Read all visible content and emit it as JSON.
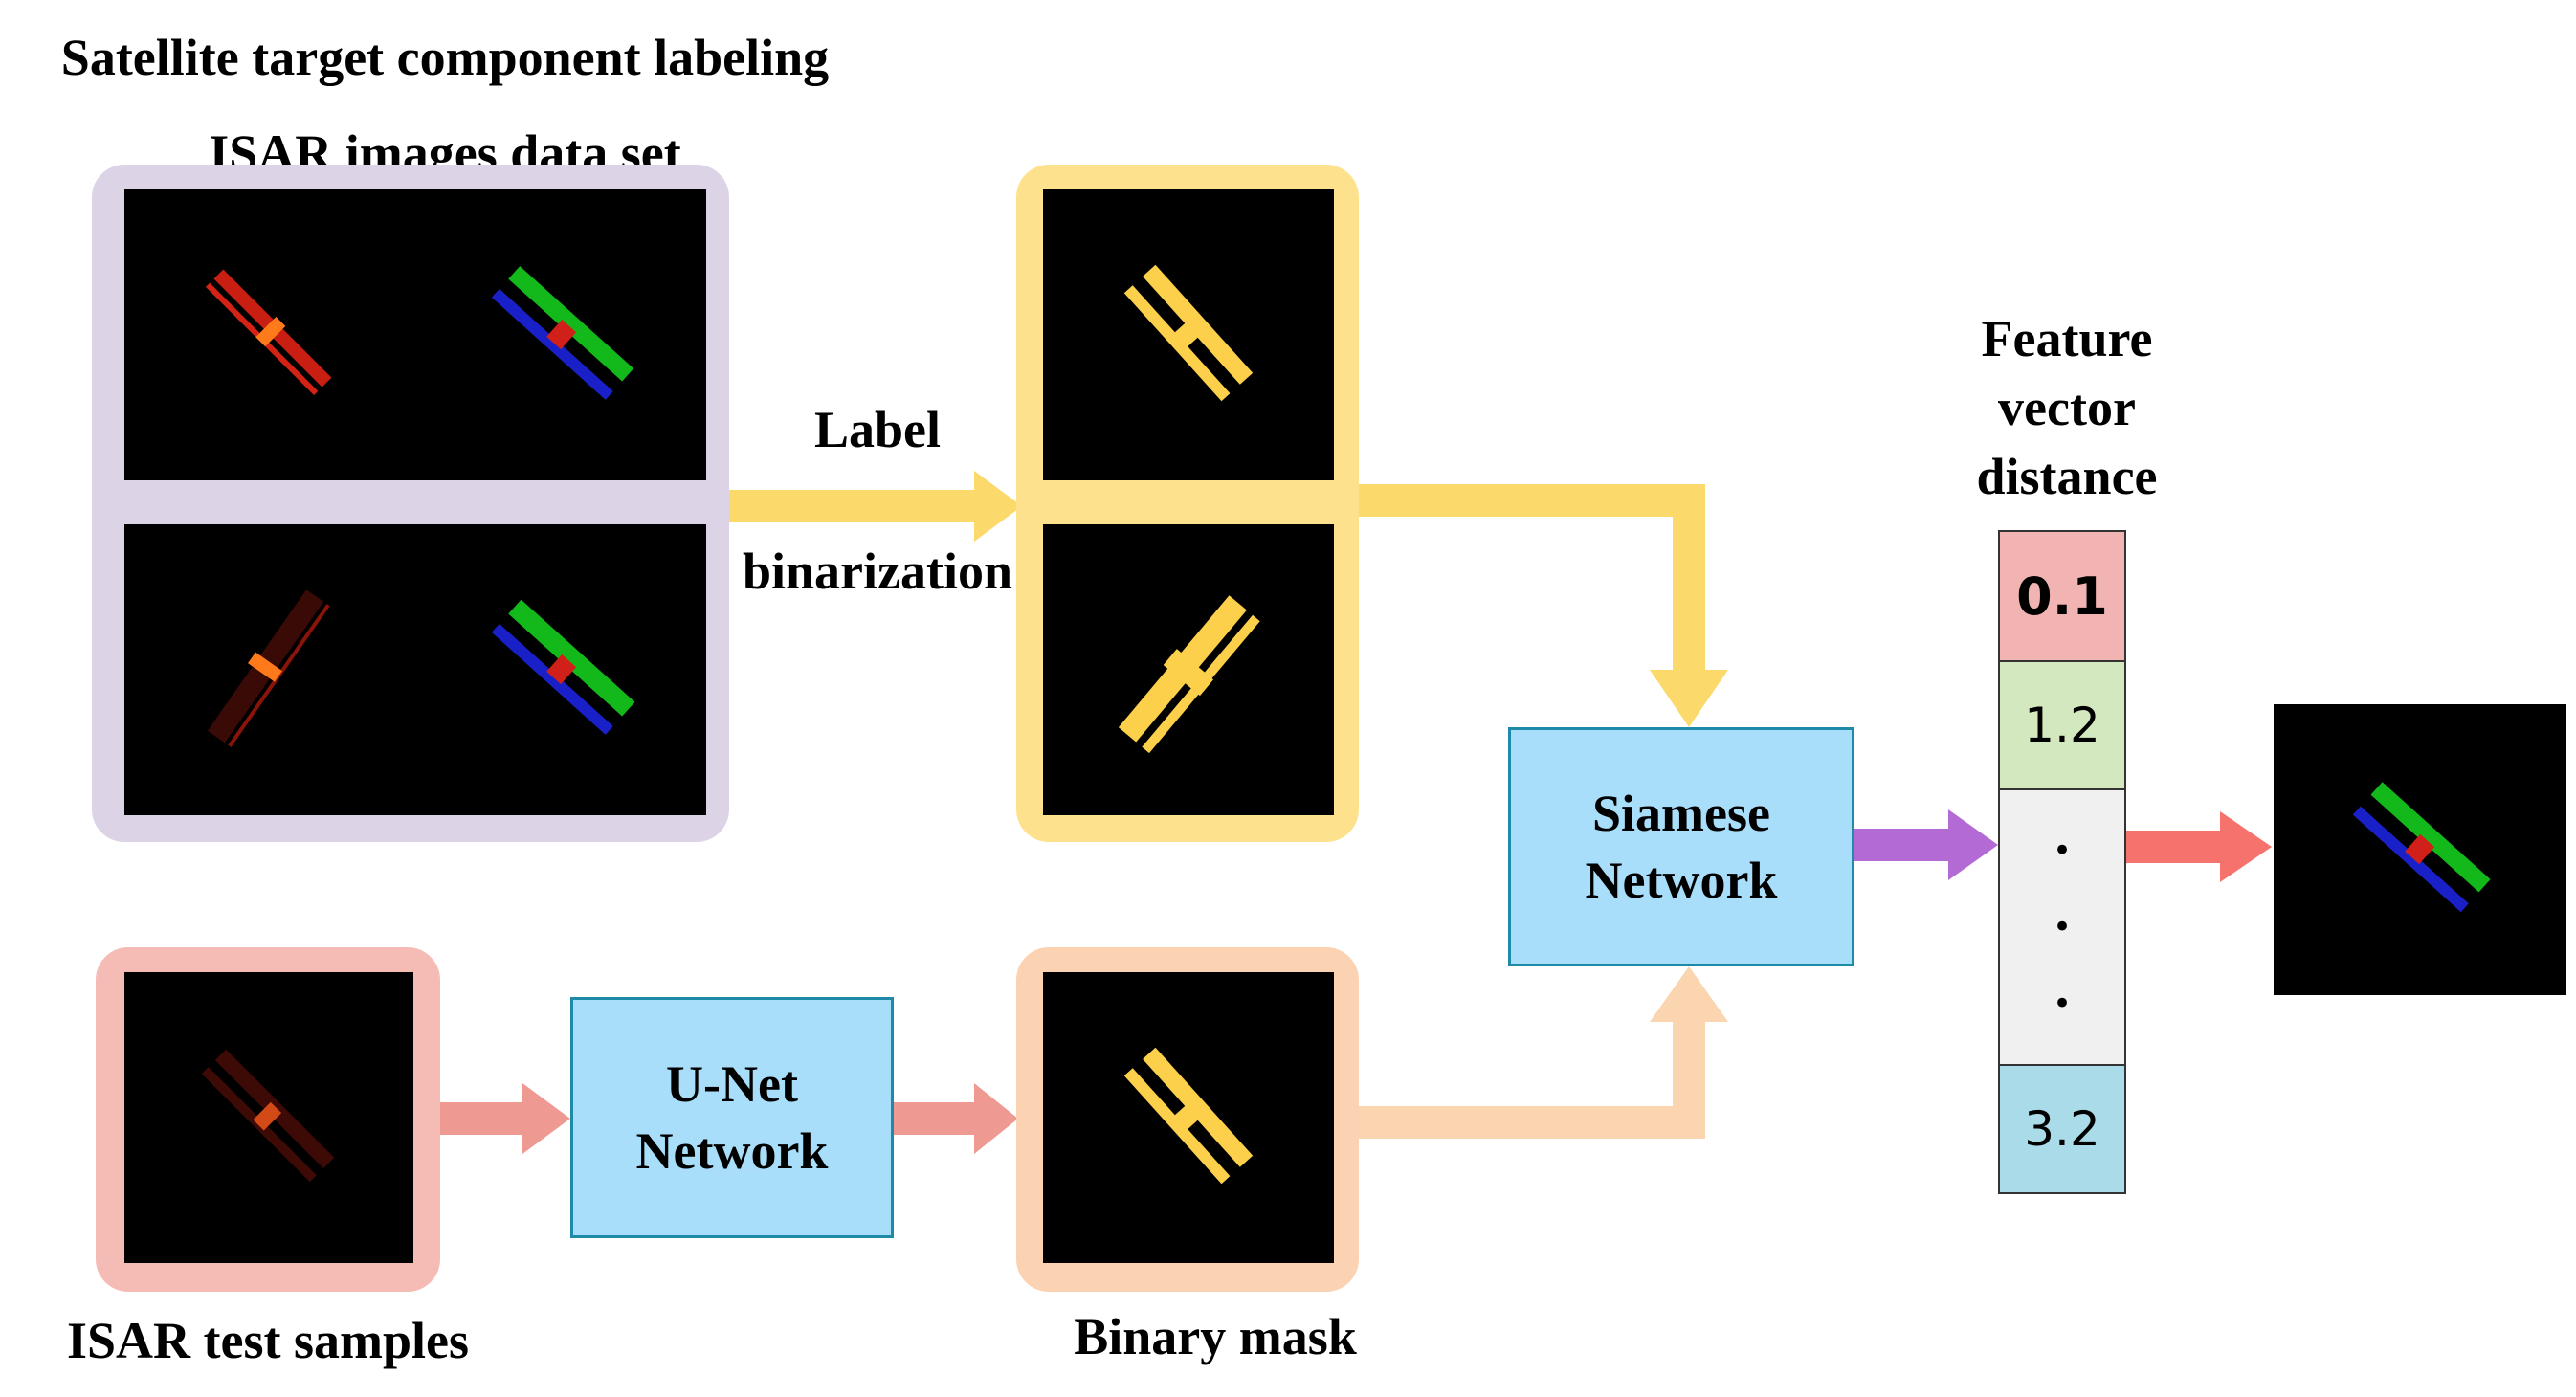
{
  "title": {
    "line1": "Satellite target component labeling",
    "line2": "ISAR images data set"
  },
  "label_arrow": {
    "line1": "Label",
    "line2": "binarization"
  },
  "feature": {
    "line1": "Feature",
    "line2": "vector",
    "line3": "distance",
    "values": [
      "0.1",
      "1.2",
      "•",
      "•",
      "•",
      "3.2"
    ]
  },
  "siamese": {
    "line1": "Siamese",
    "line2": "Network"
  },
  "unet": {
    "line1": "U-Net",
    "line2": "Network"
  },
  "captions": {
    "test_samples": "ISAR test samples",
    "binary_mask": "Binary mask"
  },
  "colors": {
    "dataset_frame": "#dcd3e6",
    "binary_frame": "#fee18c",
    "test_frame": "#f5bcb6",
    "mask_frame": "#fcd3b2",
    "network_fill": "#a8defa",
    "network_border": "#1f8aa8",
    "yellow_arrow": "#fcd96b",
    "peach_arrow": "#fbd4b0",
    "pink_arrow": "#ee9a92",
    "purple_arrow": "#b46ad4",
    "red_arrow": "#f6726c",
    "cell_red": "#f2b3b3",
    "cell_green": "#d3e8be",
    "cell_grey": "#f0f0f0",
    "cell_blue": "#a9dce8"
  }
}
